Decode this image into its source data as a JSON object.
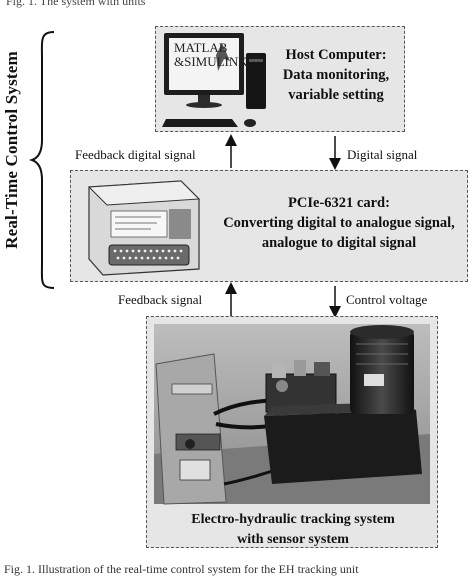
{
  "header_snippet": "Fig. 1.  The system with units",
  "side_label": "Real-Time Control System",
  "host": {
    "logo_line1": "MATLAB",
    "logo_line2": "&SIMULINK",
    "title_line1": "Host Computer:",
    "title_line2": "Data monitoring,",
    "title_line3": "variable setting"
  },
  "top_links": {
    "left": "Feedback digital signal",
    "right": "Digital signal"
  },
  "card": {
    "line1": "PCIe-6321 card:",
    "line2": "Converting digital to analogue signal,",
    "line3": "analogue to digital signal"
  },
  "bottom_links": {
    "left": "Feedback signal",
    "right": "Control voltage"
  },
  "system": {
    "line1": "Electro-hydraulic tracking system",
    "line2": "with sensor system"
  },
  "caption": "Fig. 1.  Illustration of the real-time control system for the EH tracking unit"
}
